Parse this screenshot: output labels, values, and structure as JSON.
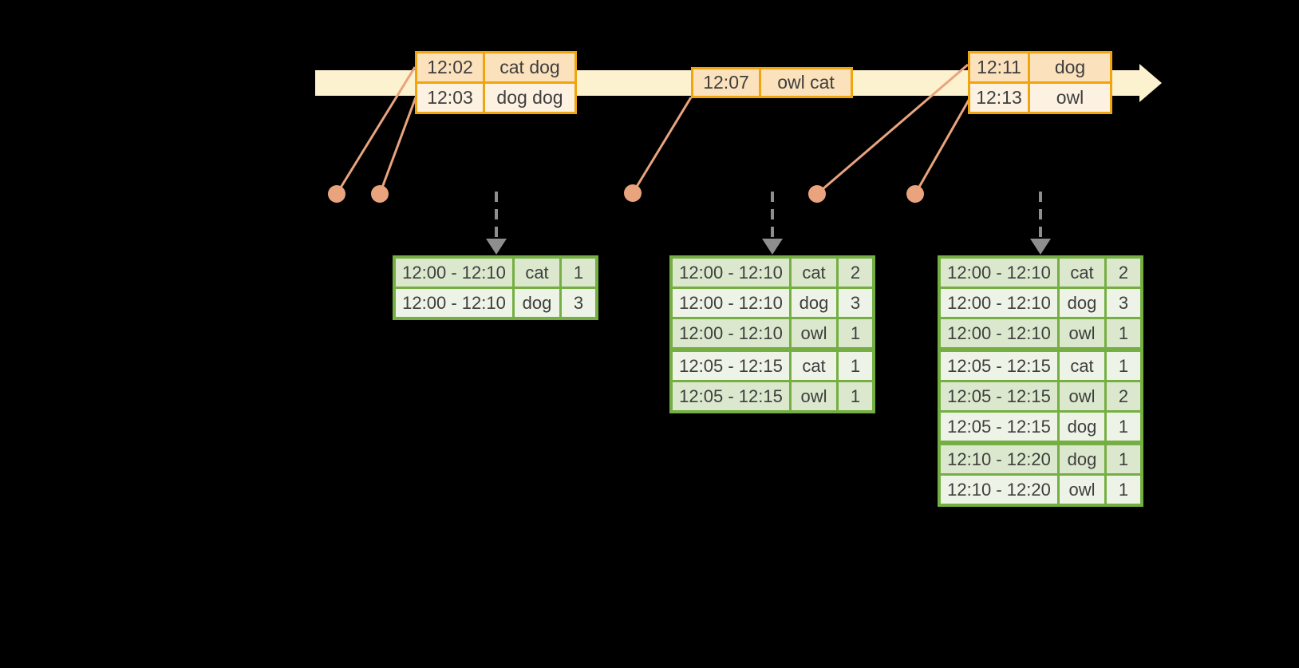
{
  "colors": {
    "background": "#000000",
    "timeline_fill": "#fcf2cf",
    "event_table_border": "#f0a40e",
    "event_row_dark": "#fbe1bc",
    "event_row_light": "#fdf2e2",
    "connector_salmon": "#e9a47d",
    "trigger_arrow_gray": "#8e8e8e",
    "result_table_border": "#75af43",
    "result_row_dark": "#dbe8cd",
    "result_row_light": "#edf3e6",
    "text": "#3e3e3e"
  },
  "event_tables": [
    {
      "rows": [
        {
          "time": "12:02",
          "words": "cat dog"
        },
        {
          "time": "12:03",
          "words": "dog dog"
        }
      ]
    },
    {
      "rows": [
        {
          "time": "12:07",
          "words": "owl cat"
        }
      ]
    },
    {
      "rows": [
        {
          "time": "12:11",
          "words": "dog"
        },
        {
          "time": "12:13",
          "words": "owl"
        }
      ]
    }
  ],
  "result_tables": [
    {
      "groups": [
        {
          "rows": [
            {
              "window": "12:00 - 12:10",
              "word": "cat",
              "count": 1
            },
            {
              "window": "12:00 - 12:10",
              "word": "dog",
              "count": 3
            }
          ]
        }
      ]
    },
    {
      "groups": [
        {
          "rows": [
            {
              "window": "12:00 - 12:10",
              "word": "cat",
              "count": 2
            },
            {
              "window": "12:00 - 12:10",
              "word": "dog",
              "count": 3
            },
            {
              "window": "12:00 - 12:10",
              "word": "owl",
              "count": 1
            }
          ]
        },
        {
          "rows": [
            {
              "window": "12:05 - 12:15",
              "word": "cat",
              "count": 1
            },
            {
              "window": "12:05 - 12:15",
              "word": "owl",
              "count": 1
            }
          ]
        }
      ]
    },
    {
      "groups": [
        {
          "rows": [
            {
              "window": "12:00 - 12:10",
              "word": "cat",
              "count": 2
            },
            {
              "window": "12:00 - 12:10",
              "word": "dog",
              "count": 3
            },
            {
              "window": "12:00 - 12:10",
              "word": "owl",
              "count": 1
            }
          ]
        },
        {
          "rows": [
            {
              "window": "12:05 - 12:15",
              "word": "cat",
              "count": 1
            },
            {
              "window": "12:05 - 12:15",
              "word": "owl",
              "count": 2
            },
            {
              "window": "12:05 - 12:15",
              "word": "dog",
              "count": 1
            }
          ]
        },
        {
          "rows": [
            {
              "window": "12:10 - 12:20",
              "word": "dog",
              "count": 1
            },
            {
              "window": "12:10 - 12:20",
              "word": "owl",
              "count": 1
            }
          ]
        }
      ]
    }
  ]
}
